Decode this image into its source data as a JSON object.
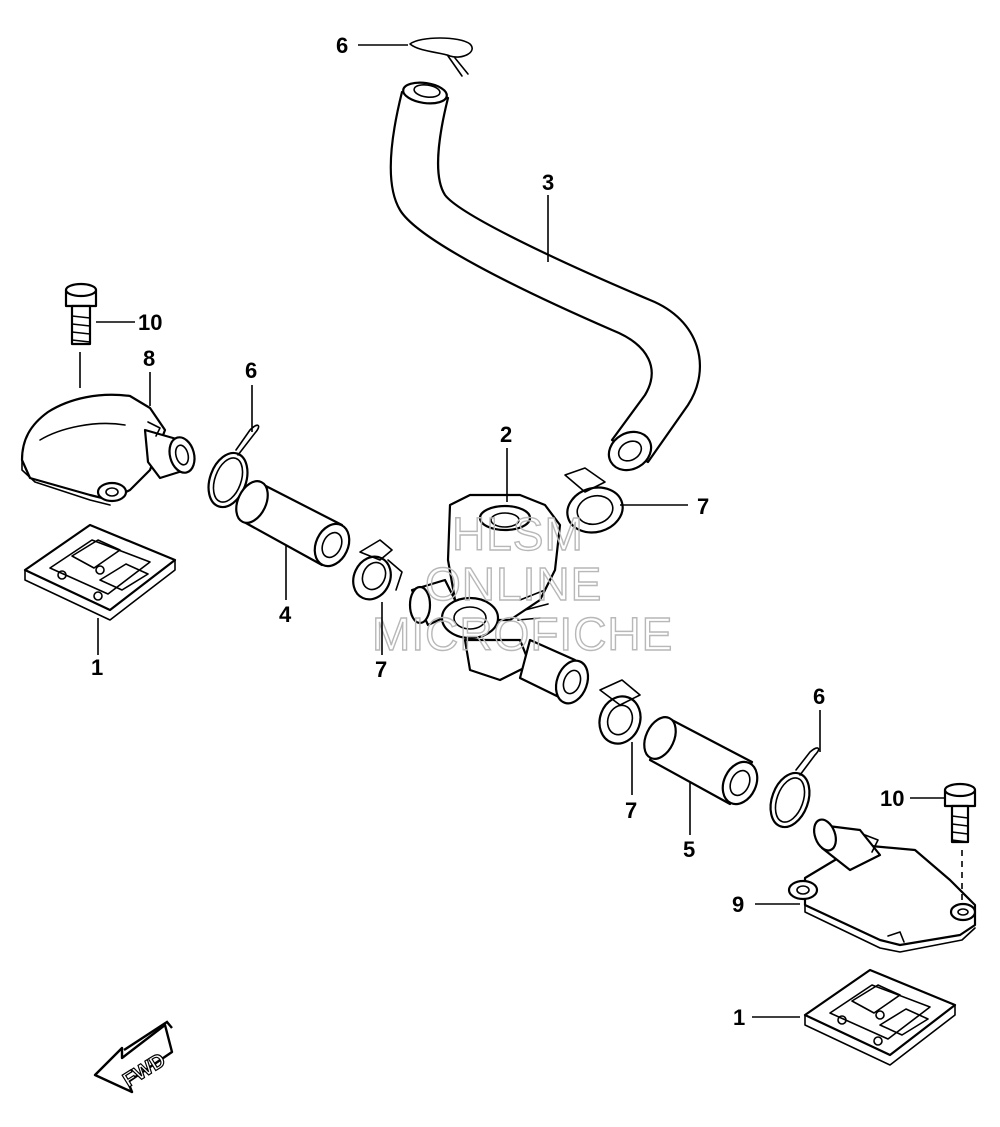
{
  "callouts": {
    "c1_left": "1",
    "c1_right": "1",
    "c2": "2",
    "c3": "3",
    "c4": "4",
    "c5": "5",
    "c6_top": "6",
    "c6_left": "6",
    "c6_right": "6",
    "c7_left": "7",
    "c7_right_top": "7",
    "c7_right_bottom": "7",
    "c8": "8",
    "c9": "9",
    "c10_left": "10",
    "c10_right": "10"
  },
  "watermark": {
    "line1": "HLSM",
    "line2": "ONLINE",
    "line3": "MICROFICHE"
  },
  "direction_badge": {
    "label": "FWD",
    "icon": "arrow-down-left-icon"
  }
}
